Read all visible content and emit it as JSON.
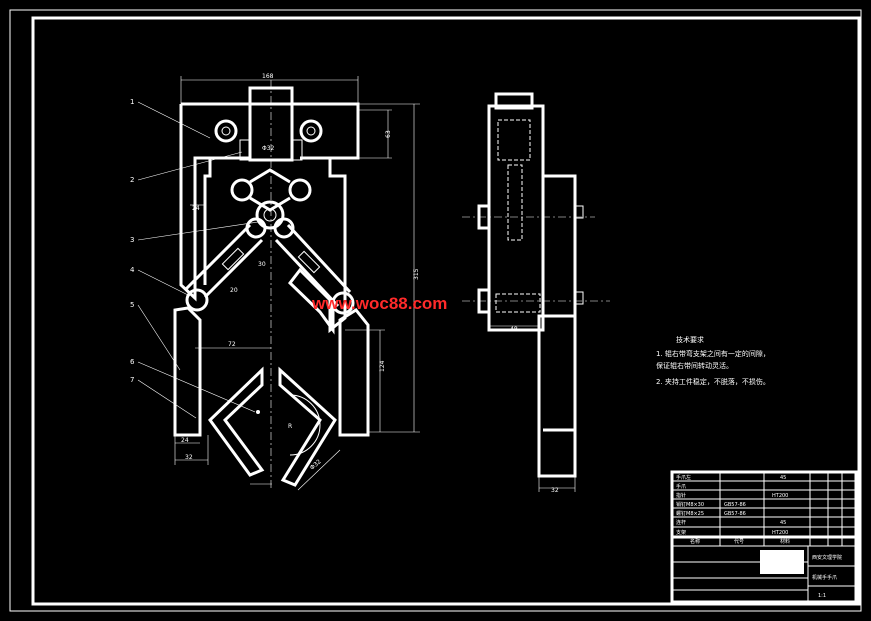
{
  "drawing": {
    "dims": {
      "width_top": "168",
      "height_right": "315",
      "height_inner": "124",
      "d_top": "63",
      "d_phi": "Φ32",
      "d_24_left": "24",
      "d_24_bot": "24",
      "d_32_bot": "32",
      "d_72": "72",
      "d_r": "R",
      "d_48": "48",
      "d_side_32": "32",
      "d_30": "30",
      "d_20": "20",
      "d_phi_bot": "Φ32"
    },
    "part_labels": [
      "1",
      "2",
      "3",
      "4",
      "5",
      "6",
      "7"
    ],
    "watermark": "www.woc88.com"
  },
  "notes": {
    "title": "技术要求",
    "line1": "1. 辊右带弯支架之间有一定的间隙，",
    "line2": "   保证辊右带间转动灵活。",
    "line3": "2. 夹持工件稳定，不脱落，不损伤。"
  },
  "title_block": {
    "school": "西安文理学院",
    "name": "机械手手爪",
    "col_labels": [
      "名称",
      "代号",
      "材料"
    ],
    "row_labels": [
      "手爪左",
      "手爪",
      "指针",
      "销钉M8×30",
      "螺钉M8×25",
      "连杆",
      "支架"
    ],
    "row_codes": [
      "",
      "",
      "",
      "GB57-86",
      "GB57-86",
      "",
      ""
    ],
    "row_mats": [
      "45",
      "",
      "HT200",
      "",
      "",
      "45",
      "HT200"
    ],
    "scale": "1:1"
  }
}
